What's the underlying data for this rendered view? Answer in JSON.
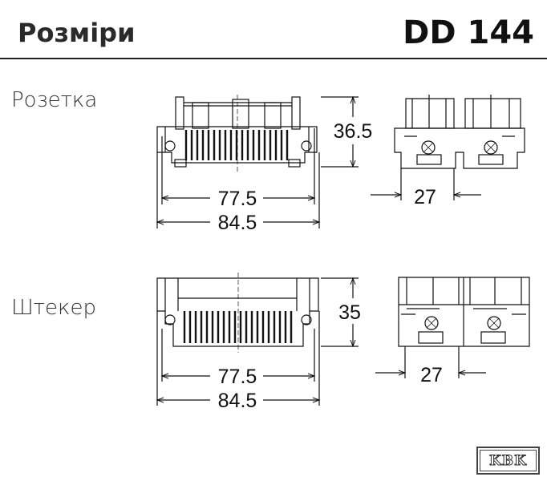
{
  "header": {
    "title": "Розміри",
    "model": "DD 144"
  },
  "sections": {
    "socket": {
      "label": "Розетка",
      "height": "36.5",
      "inner_width": "77.5",
      "outer_width": "84.5",
      "side_width": "27"
    },
    "plug": {
      "label": "Штекер",
      "height": "35",
      "inner_width": "77.5",
      "outer_width": "84.5",
      "side_width": "27"
    }
  },
  "logo": {
    "text": "KBK"
  },
  "colors": {
    "line": "#111111",
    "text": "#1a1a1a"
  }
}
